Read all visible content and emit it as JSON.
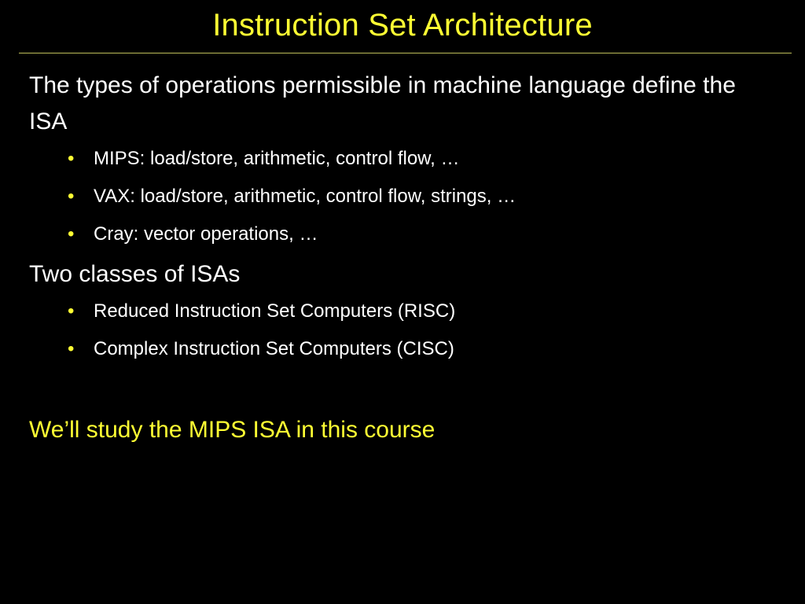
{
  "slide": {
    "title": "Instruction Set Architecture",
    "paragraph1": "The types of operations permissible in machine language define the ISA",
    "bullets1": [
      "MIPS: load/store, arithmetic, control flow, …",
      "VAX: load/store, arithmetic, control flow, strings, …",
      "Cray: vector operations, …"
    ],
    "paragraph2": "Two classes of ISAs",
    "bullets2": [
      "Reduced Instruction Set Computers (RISC)",
      "Complex Instruction Set Computers (CISC)"
    ],
    "highlight": "We’ll study the MIPS ISA in this course",
    "bullet_glyph": "•"
  },
  "colors": {
    "background": "#000000",
    "title": "#ffff33",
    "text": "#ffffff",
    "highlight": "#ffff33"
  }
}
